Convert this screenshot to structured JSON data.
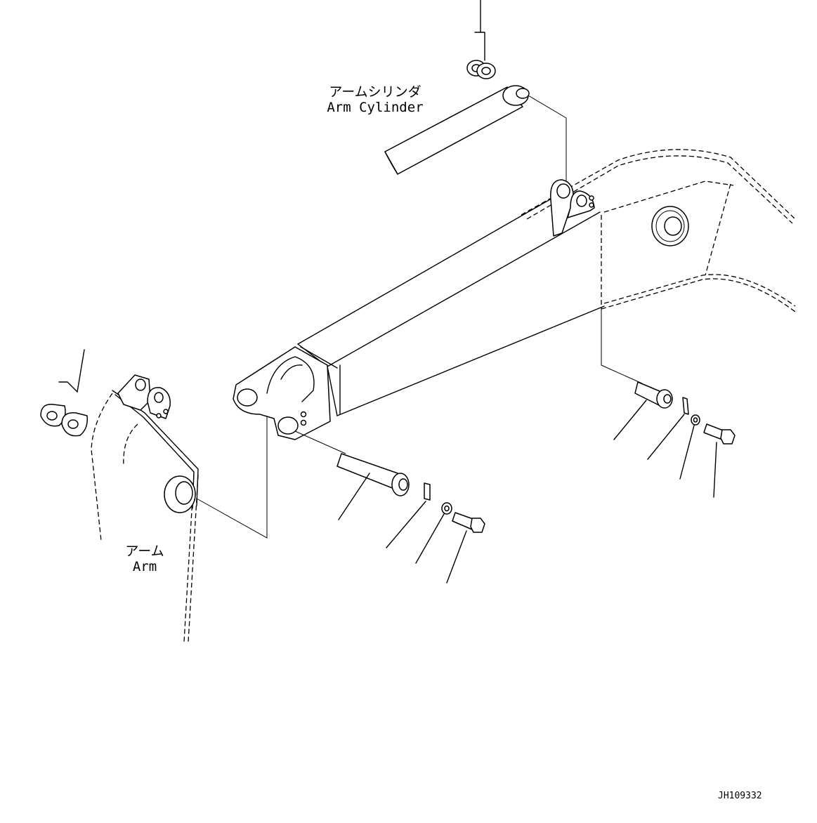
{
  "labels": {
    "arm_cylinder_ja": "アームシリンダ",
    "arm_cylinder_en": "Arm Cylinder",
    "arm_ja": "アーム",
    "arm_en": "Arm"
  },
  "drawing_code": "JH109332",
  "colors": {
    "line": "#000000",
    "background": "#ffffff"
  }
}
